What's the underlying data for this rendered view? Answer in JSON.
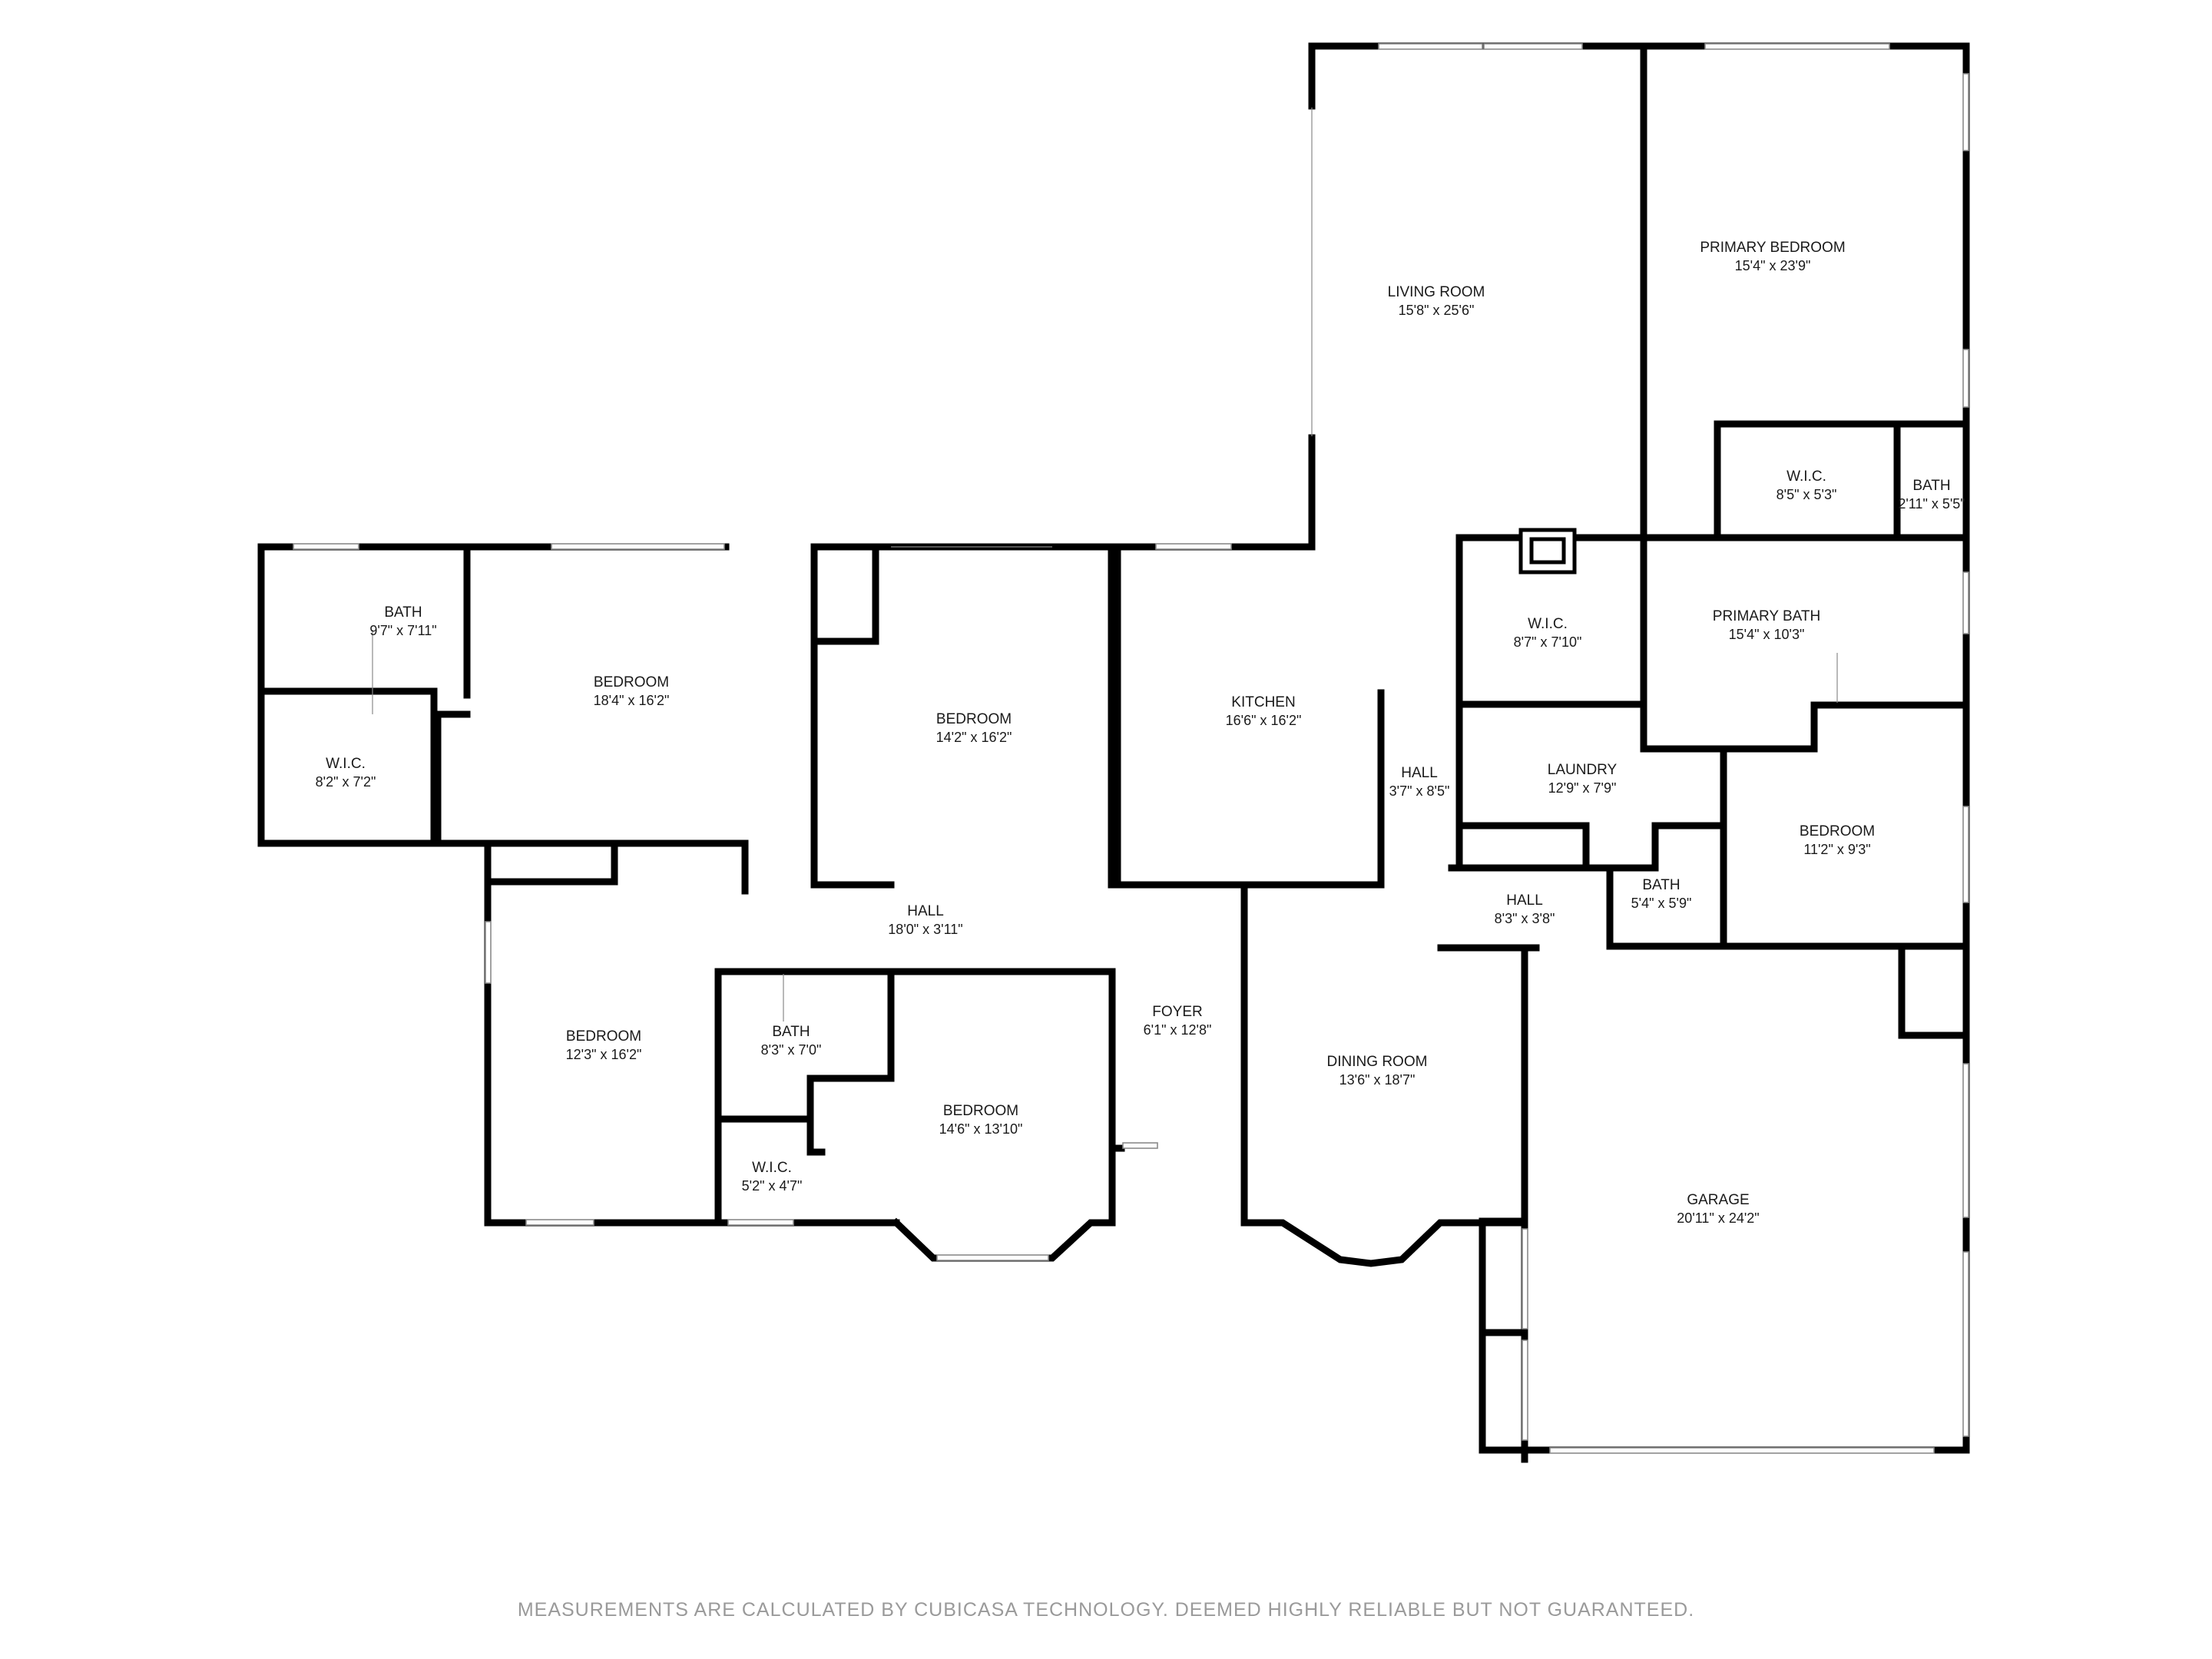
{
  "rooms": [
    {
      "id": "living-room",
      "name": "LIVING ROOM",
      "dim": "15'8\" x 25'6\""
    },
    {
      "id": "primary-bedroom",
      "name": "PRIMARY BEDROOM",
      "dim": "15'4\" x 23'9\""
    },
    {
      "id": "bath-1",
      "name": "BATH",
      "dim": "9'7\" x 7'11\""
    },
    {
      "id": "bedroom-1",
      "name": "BEDROOM",
      "dim": "18'4\" x 16'2\""
    },
    {
      "id": "bedroom-2",
      "name": "BEDROOM",
      "dim": "14'2\" x 16'2\""
    },
    {
      "id": "kitchen",
      "name": "KITCHEN",
      "dim": "16'6\" x 16'2\""
    },
    {
      "id": "wic-1",
      "name": "W.I.C.",
      "dim": "8'2\" x 7'2\""
    },
    {
      "id": "wic-2",
      "name": "W.I.C.",
      "dim": "8'7\" x 7'10\""
    },
    {
      "id": "wic-3",
      "name": "W.I.C.",
      "dim": "8'5\" x 5'3\""
    },
    {
      "id": "bath-2",
      "name": "BATH",
      "dim": "2'11\" x 5'5\""
    },
    {
      "id": "primary-bath",
      "name": "PRIMARY BATH",
      "dim": "15'4\" x 10'3\""
    },
    {
      "id": "hall-1",
      "name": "HALL",
      "dim": "3'7\" x 8'5\""
    },
    {
      "id": "laundry",
      "name": "LAUNDRY",
      "dim": "12'9\" x 7'9\""
    },
    {
      "id": "bedroom-3",
      "name": "BEDROOM",
      "dim": "11'2\" x 9'3\""
    },
    {
      "id": "hall-2",
      "name": "HALL",
      "dim": "18'0\" x 3'11\""
    },
    {
      "id": "hall-3",
      "name": "HALL",
      "dim": "8'3\" x 3'8\""
    },
    {
      "id": "bath-3",
      "name": "BATH",
      "dim": "5'4\" x 5'9\""
    },
    {
      "id": "foyer",
      "name": "FOYER",
      "dim": "6'1\" x 12'8\""
    },
    {
      "id": "bedroom-4",
      "name": "BEDROOM",
      "dim": "12'3\" x 16'2\""
    },
    {
      "id": "bath-4",
      "name": "BATH",
      "dim": "8'3\" x 7'0\""
    },
    {
      "id": "dining-room",
      "name": "DINING ROOM",
      "dim": "13'6\" x 18'7\""
    },
    {
      "id": "bedroom-5",
      "name": "BEDROOM",
      "dim": "14'6\" x 13'10\""
    },
    {
      "id": "wic-4",
      "name": "W.I.C.",
      "dim": "5'2\" x 4'7\""
    },
    {
      "id": "garage",
      "name": "GARAGE",
      "dim": "20'11\" x 24'2\""
    }
  ],
  "disclaimer": "MEASUREMENTS ARE CALCULATED BY CUBICASA TECHNOLOGY. DEEMED HIGHLY RELIABLE BUT NOT GUARANTEED."
}
